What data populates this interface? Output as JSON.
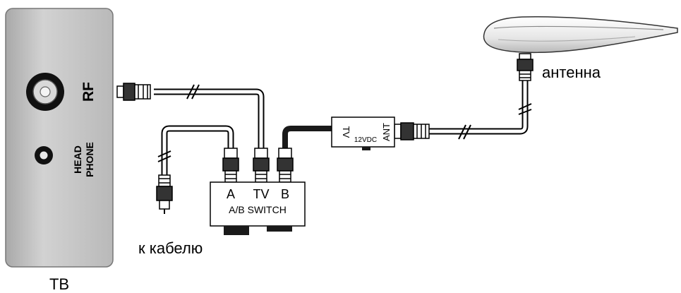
{
  "tv": {
    "rf_label": "RF",
    "headphone_line1": "HEAD",
    "headphone_line2": "PHONE",
    "caption": "ТВ"
  },
  "switch": {
    "port_a": "A",
    "port_tv": "TV",
    "port_b": "B",
    "title": "A/B SWITCH"
  },
  "power_injector": {
    "tv_label": "TV",
    "voltage_label": "12VDC",
    "ant_label": "ANT"
  },
  "labels": {
    "antenna": "антенна",
    "to_cable": "к кабелю"
  },
  "colors": {
    "tv_body": "#c4c4c4",
    "cable_fill": "#ffffff",
    "cable_outline": "#000000",
    "dc_cable": "#1a1a1a"
  }
}
